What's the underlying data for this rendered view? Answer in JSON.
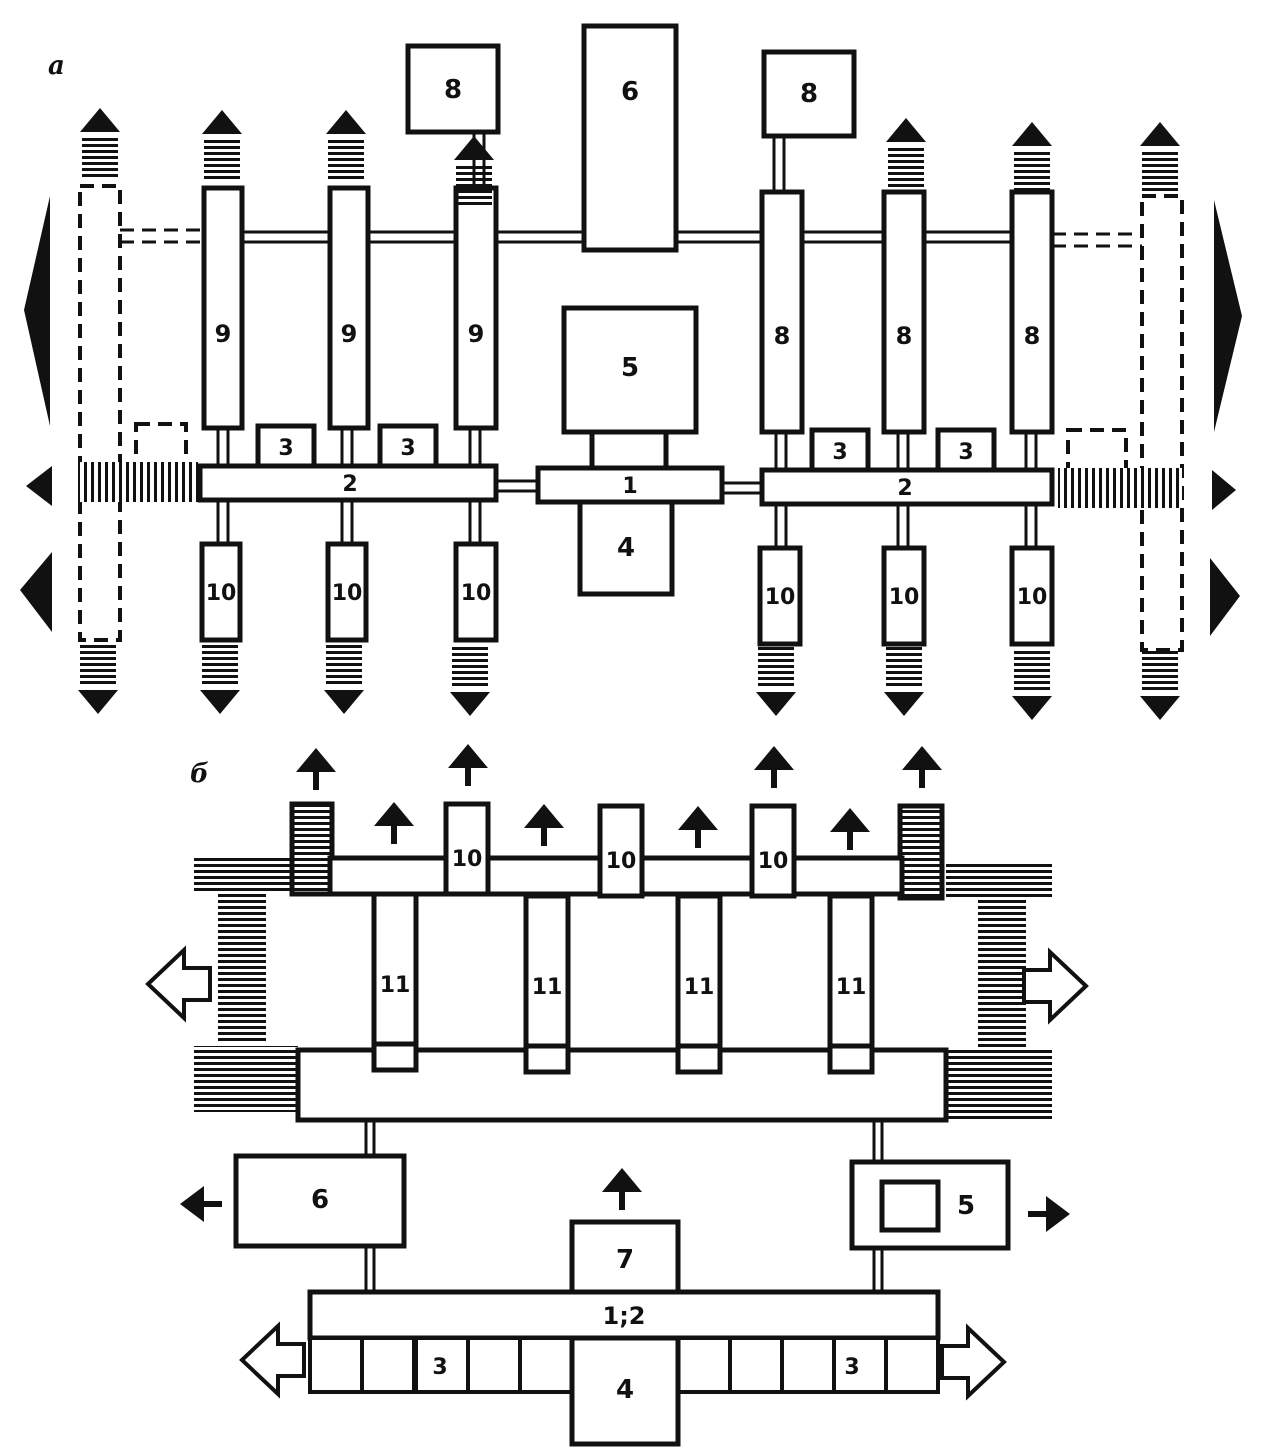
{
  "panel_a": {
    "label": "а",
    "blocks": {
      "b1": "1",
      "b2_left": "2",
      "b2_right": "2",
      "b3": [
        "3",
        "3",
        "3",
        "3"
      ],
      "b4": "4",
      "b5": "5",
      "b6": "6",
      "b8_top": [
        "8",
        "8"
      ],
      "b9": [
        "9",
        "9",
        "9"
      ],
      "b8_col": [
        "8",
        "8",
        "8"
      ],
      "b10": [
        "10",
        "10",
        "10",
        "10",
        "10",
        "10"
      ]
    }
  },
  "panel_b": {
    "label": "б",
    "blocks": {
      "b10": [
        "10",
        "10",
        "10"
      ],
      "b11": [
        "11",
        "11",
        "11",
        "11"
      ],
      "b6": "6",
      "b5": "5",
      "b7": "7",
      "b12": "1;2",
      "b3": [
        "3",
        "3"
      ],
      "b4": "4"
    }
  },
  "colors": {
    "ink": "#111111",
    "paper": "#ffffff"
  }
}
